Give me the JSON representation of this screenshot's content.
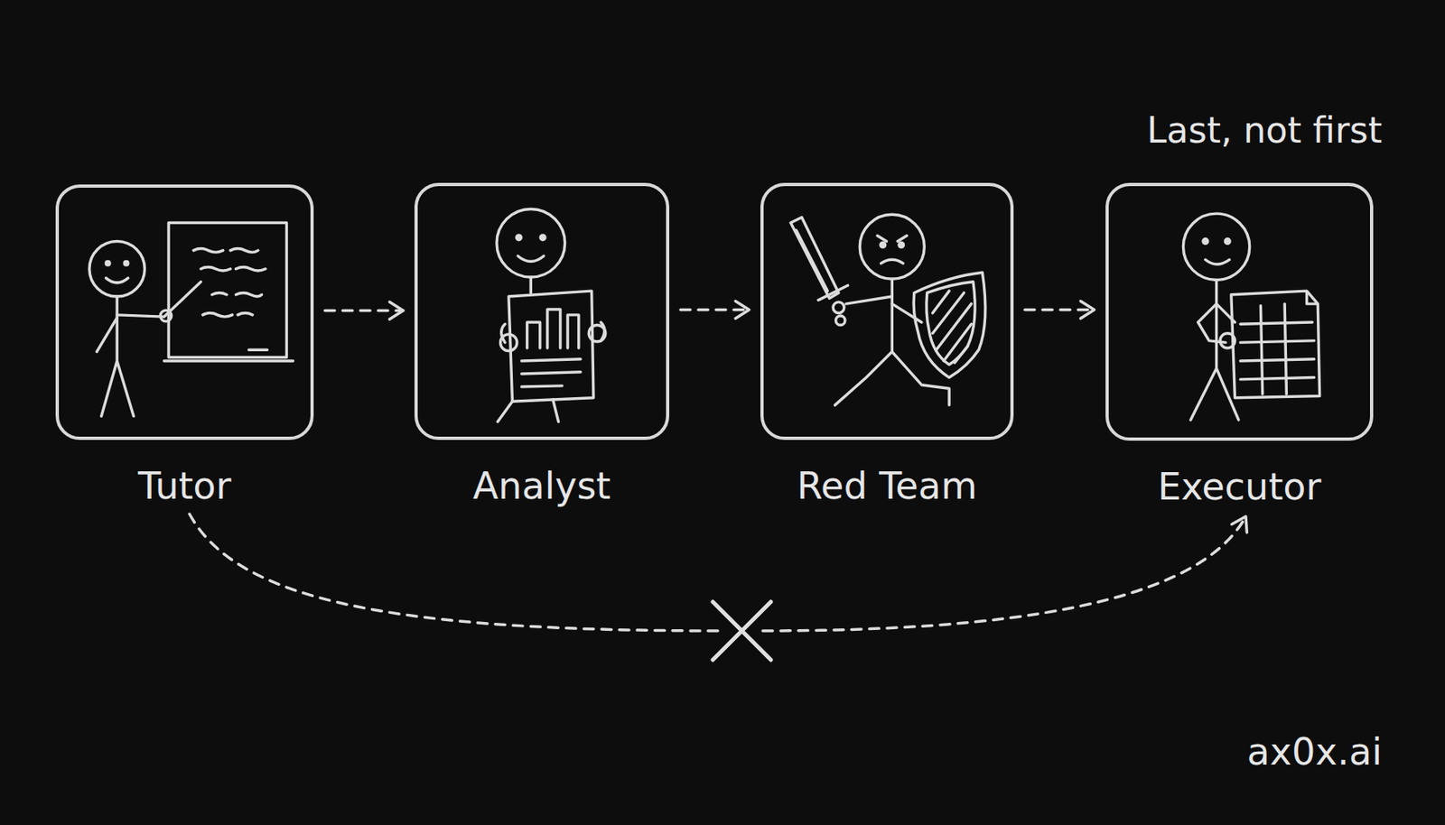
{
  "diagram": {
    "nodes": [
      {
        "text": [
          "Tutor"
        ]
      },
      {
        "text": [
          "Analyst"
        ]
      },
      {
        "text": [
          "Red Team"
        ]
      },
      {
        "text": [
          "Executor"
        ]
      }
    ],
    "edges": [
      {
        "from": 0,
        "to": 1,
        "arrow": "to"
      },
      {
        "from": 1,
        "to": 2,
        "arrow": "to"
      },
      {
        "from": 2,
        "to": 3,
        "arrow": "to"
      },
      {
        "from": 0,
        "to": 3,
        "arrow": "to"
      }
    ],
    "labels": [
      "Last, not first",
      "ax0x.ai"
    ]
  }
}
